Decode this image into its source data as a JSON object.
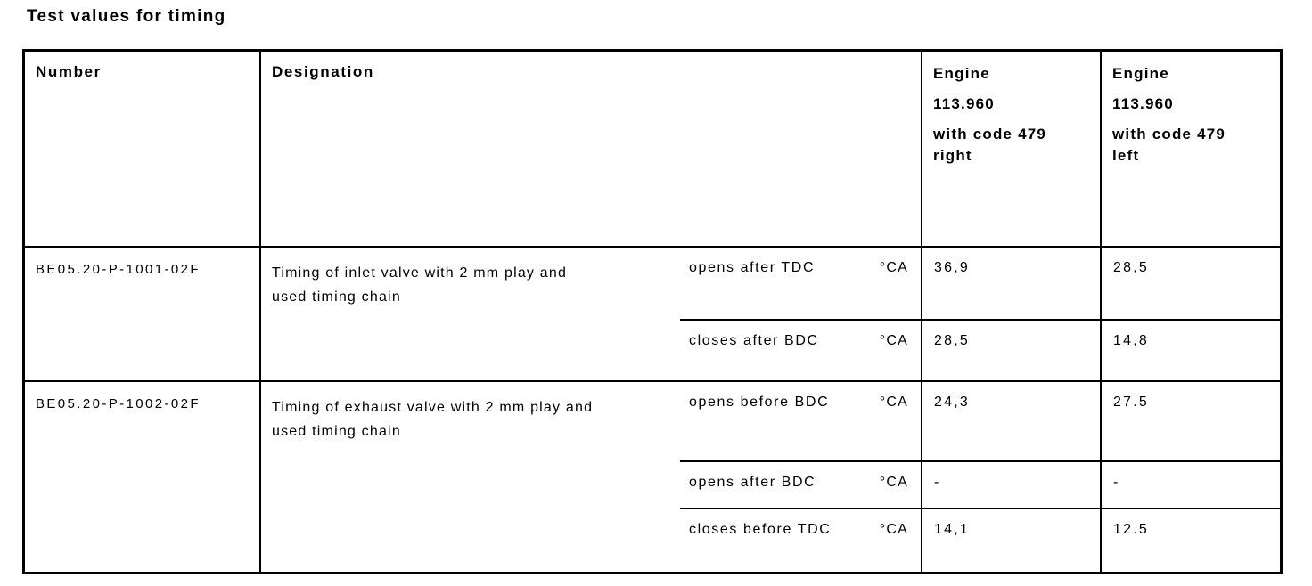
{
  "title": "Test values for timing",
  "table": {
    "header": {
      "number": "Number",
      "designation": "Designation",
      "engine_right": {
        "title": "Engine",
        "model": "113.960",
        "code": "with code 479",
        "side": "right"
      },
      "engine_left": {
        "title": "Engine",
        "model": "113.960",
        "code": "with code 479",
        "side": "left"
      }
    },
    "rows": [
      {
        "number": "BE05.20-P-1001-02F",
        "designation_line1": "Timing of inlet valve with 2 mm play and",
        "designation_line2": "used timing chain",
        "specs": [
          {
            "condition": "opens after TDC",
            "unit": "°CA",
            "engine_right": "36,9",
            "engine_left": "28,5"
          },
          {
            "condition": "closes after BDC",
            "unit": "°CA",
            "engine_right": "28,5",
            "engine_left": "14,8"
          }
        ]
      },
      {
        "number": "BE05.20-P-1002-02F",
        "designation_line1": "Timing of exhaust valve with 2 mm play and",
        "designation_line2": "used timing chain",
        "specs": [
          {
            "condition": "opens before BDC",
            "unit": "°CA",
            "engine_right": "24,3",
            "engine_left": "27.5"
          },
          {
            "condition": "opens after BDC",
            "unit": "°CA",
            "engine_right": "-",
            "engine_left": "-"
          },
          {
            "condition": "closes before TDC",
            "unit": "°CA",
            "engine_right": "14,1",
            "engine_left": "12.5"
          }
        ]
      }
    ]
  }
}
